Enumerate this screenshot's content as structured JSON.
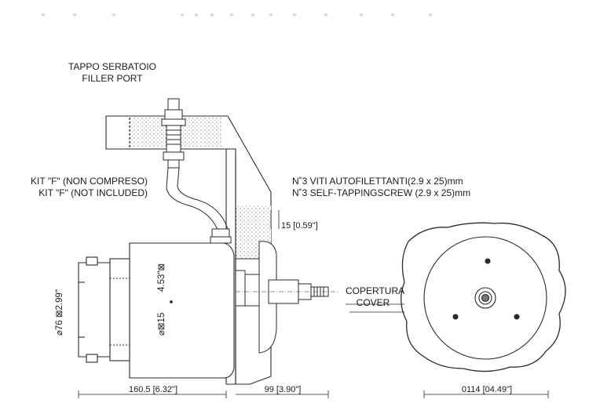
{
  "labels": {
    "filler_port_it": "TAPPO SERBATOIO",
    "filler_port_en": "FILLER PORT",
    "kit_it": "KIT \"F\" (NON COMPRESO)",
    "kit_en": "KIT \"F\" (NOT INCLUDED)",
    "screws_it": "N˚3 VITI AUTOFILETTANTI(2.9 x 25)mm",
    "screws_en": "N˚3 SELF-TAPPINGSCREW (2.9 x 25)mm",
    "cover_it": "COPERTURA",
    "cover_en": "COVER"
  },
  "dimensions": {
    "thickness": "15 [0.59\"]",
    "length_body": "160.5 [6.32\"]",
    "length_shaft": "99 [3.90\"]",
    "cover_diameter": "0114  [04.49\"]",
    "flange_diameter": "⌀76 ⊠2.99\"",
    "body_diameter_mm": "⌀⊠15",
    "body_diameter_in": "4.53\"⊠"
  },
  "colors": {
    "line": "#2a2a2a",
    "hatch": "#555555",
    "fill": "#ffffff"
  }
}
